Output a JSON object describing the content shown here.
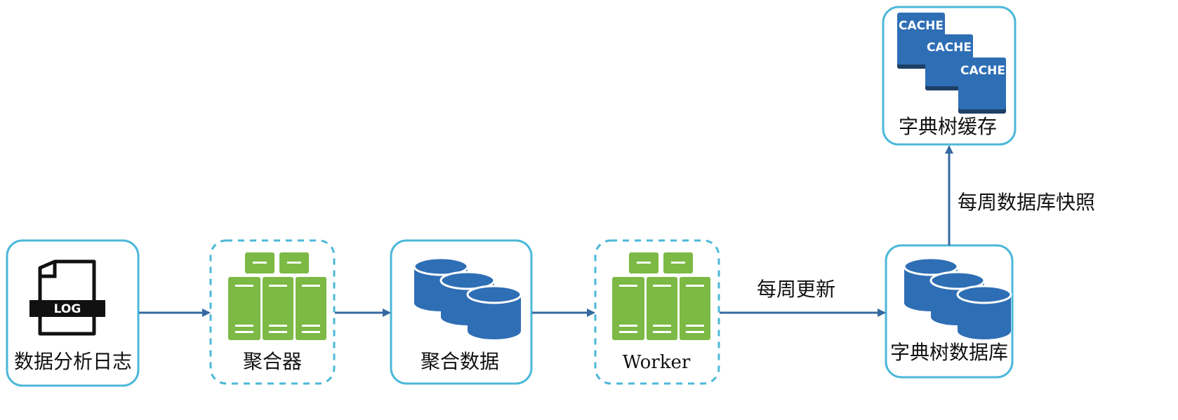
{
  "nodes": {
    "log": {
      "label": "数据分析日志",
      "icon_text": "LOG",
      "icon": "log-file-icon"
    },
    "aggregator": {
      "label": "聚合器",
      "icon": "server-icon"
    },
    "aggregated_data": {
      "label": "聚合数据",
      "icon": "database-icon"
    },
    "worker": {
      "label": "Worker",
      "icon": "server-icon"
    },
    "trie_db": {
      "label": "字典树数据库",
      "icon": "database-icon"
    },
    "trie_cache": {
      "label": "字典树缓存",
      "icon": "cache-icon",
      "cache_labels": [
        "CACHE",
        "CACHE",
        "CACHE"
      ]
    }
  },
  "edges": {
    "weekly_update": "每周更新",
    "weekly_snapshot": "每周数据库快照"
  },
  "colors": {
    "box_border": "#4bb8d8",
    "server_green": "#7cb945",
    "db_blue": "#2e6eb5",
    "arrow": "#3568a0"
  }
}
